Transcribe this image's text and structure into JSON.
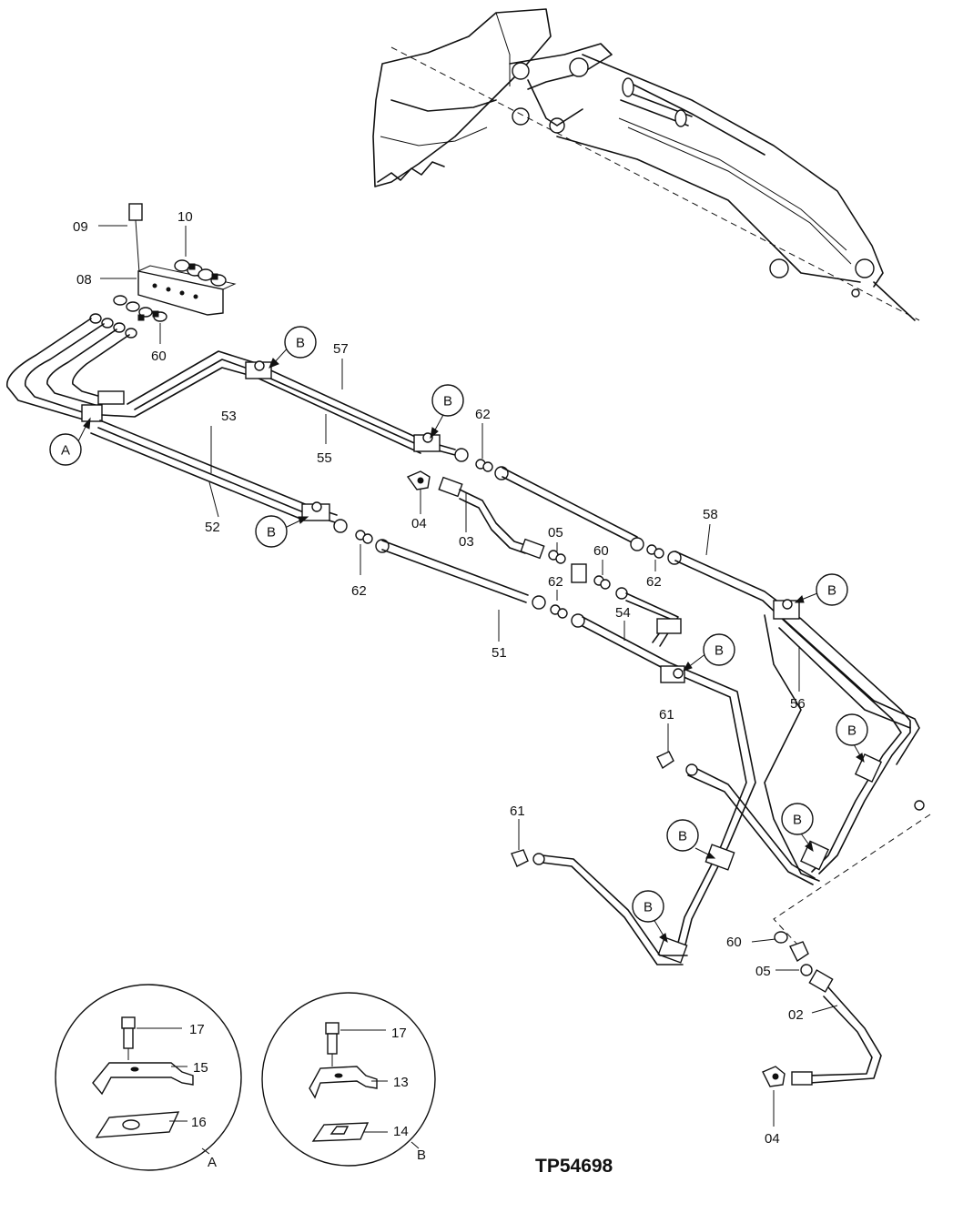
{
  "drawing_code": "TP54698",
  "clamp_marks": {
    "a": "A",
    "b": "B"
  },
  "part_numbers": {
    "p02": "02",
    "p03": "03",
    "p04": "04",
    "p05": "05",
    "p08": "08",
    "p09": "09",
    "p10": "10",
    "p13": "13",
    "p14": "14",
    "p15": "15",
    "p16": "16",
    "p17": "17",
    "p51": "51",
    "p52": "52",
    "p53": "53",
    "p54": "54",
    "p55": "55",
    "p56": "56",
    "p57": "57",
    "p58": "58",
    "p60": "60",
    "p61": "61",
    "p62": "62"
  },
  "detail_views": {
    "a": "A",
    "b": "B"
  }
}
